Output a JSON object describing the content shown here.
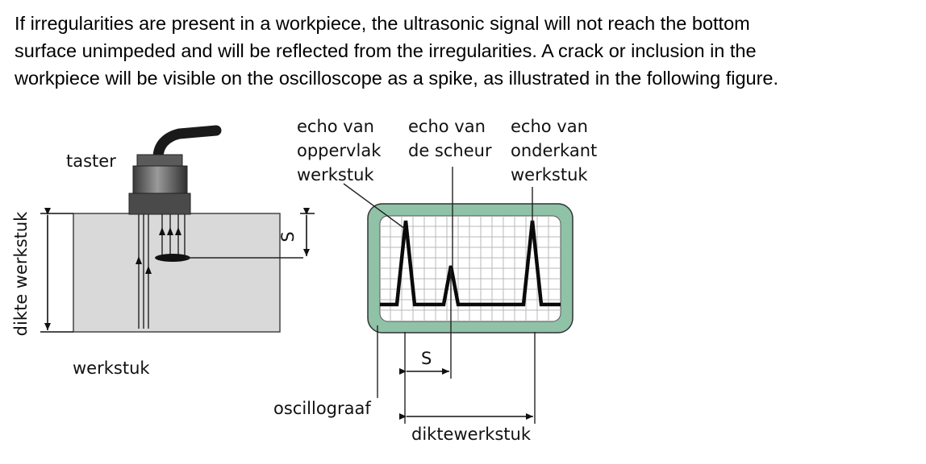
{
  "paragraph": {
    "line1": "If irregularities are present in a workpiece, the ultrasonic signal will not reach the bottom",
    "line2": "surface unimpeded and will be reflected from the irregularities. A crack or inclusion in the",
    "line3": "workpiece will be visible on the oscilloscope as a spike, as illustrated in the following figure."
  },
  "figure": {
    "labels": {
      "probe": "taster",
      "thickness": "dikte werkstuk",
      "workpiece": "werkstuk",
      "s_left": "S",
      "echo_surface": [
        "echo van",
        "oppervlak",
        "werkstuk"
      ],
      "echo_crack": [
        "echo van",
        "de scheur"
      ],
      "echo_bottom": [
        "echo van",
        "onderkant",
        "werkstuk"
      ],
      "s_scope": "S",
      "oscilloscope": "oscillograaf",
      "thickness_scope": "diktewerkstuk"
    },
    "colors": {
      "workpiece_fill": "#d9d9d9",
      "screen_frame": "#8fc2a7",
      "screen_bg": "#ffffff",
      "grid": "#b8b8b8",
      "probe_body": "#6e6e6e"
    }
  }
}
